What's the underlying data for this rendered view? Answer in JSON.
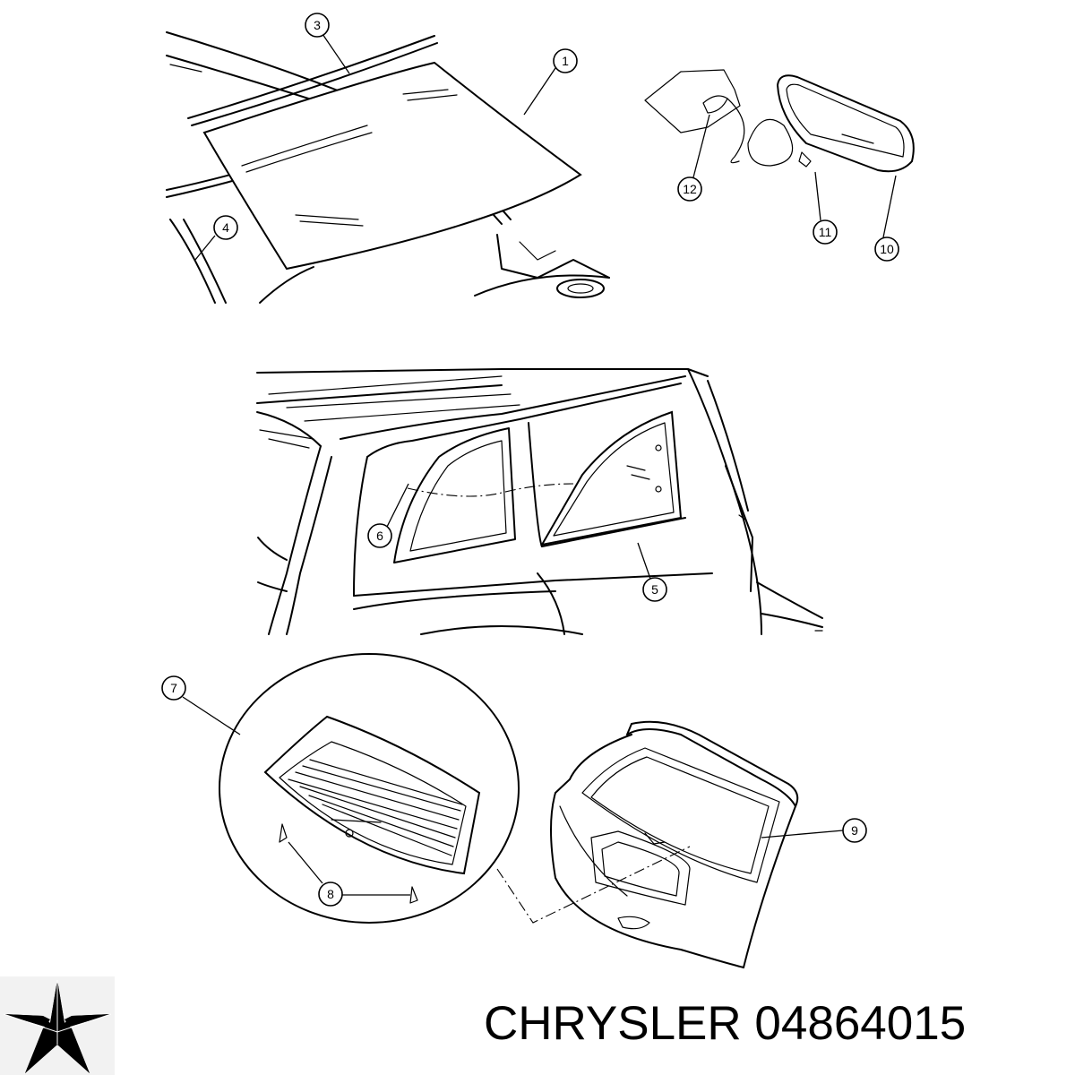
{
  "callouts": {
    "c1": "1",
    "c2": "3",
    "c3": "4",
    "c4": "12",
    "c5": "11",
    "c6": "10",
    "c7": "6",
    "c8": "5",
    "c9": "7",
    "c10": "8",
    "c11": "9"
  },
  "footer": {
    "brand": "CHRYSLER",
    "part_number": "04864015"
  },
  "colors": {
    "ink": "#000000",
    "paper": "#ffffff",
    "logo_bg": "#f2f2f2"
  }
}
